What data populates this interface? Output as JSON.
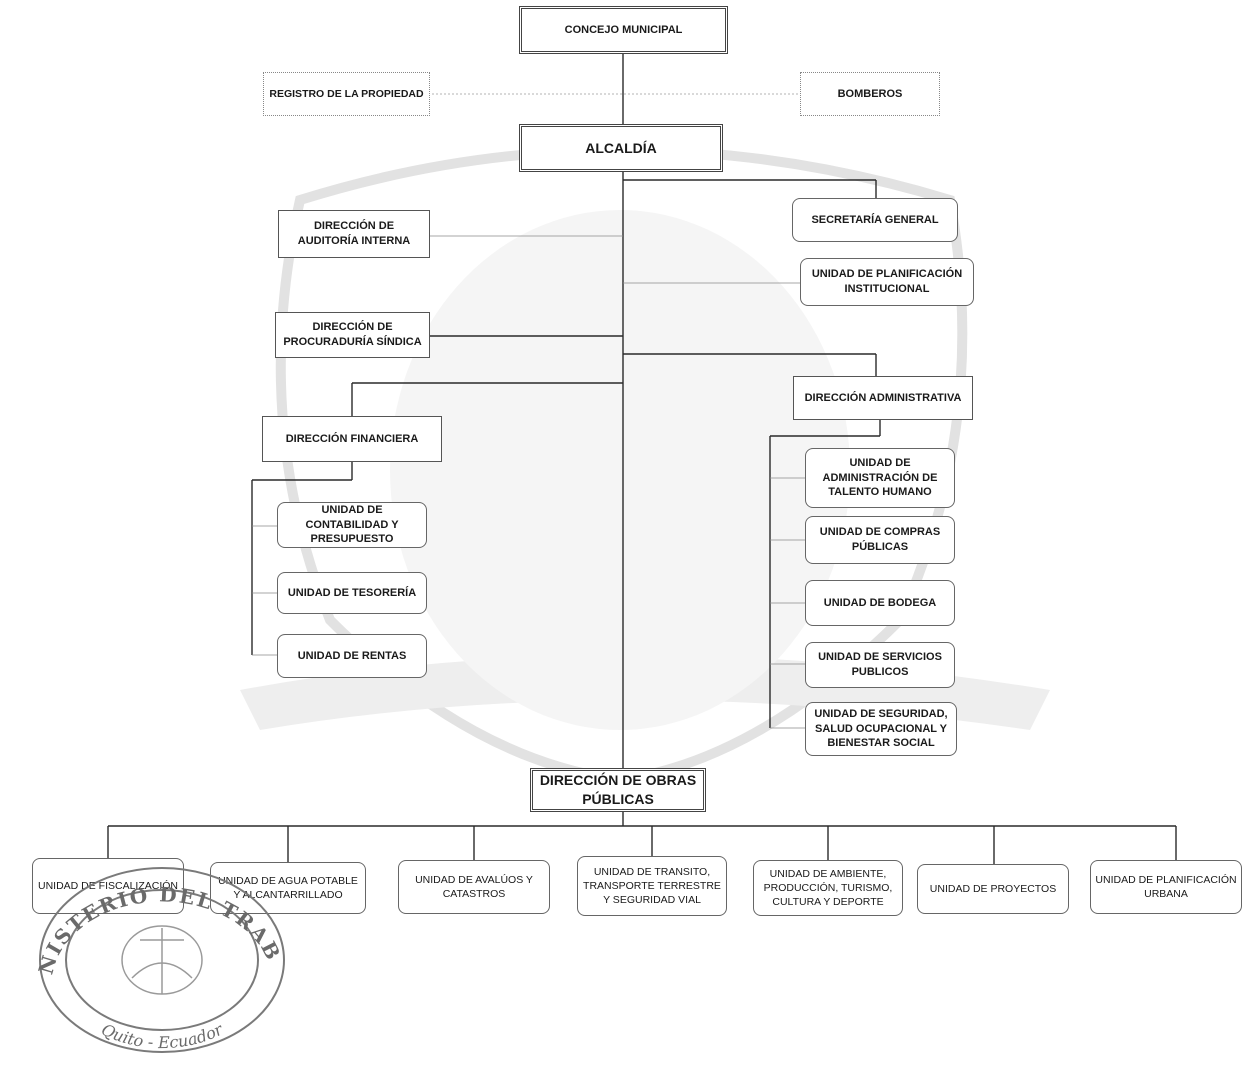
{
  "top": {
    "concejo": "CONCEJO MUNICIPAL",
    "registro": "REGISTRO DE LA PROPIEDAD",
    "bomberos": "BOMBEROS",
    "alcaldia": "ALCALDÍA"
  },
  "left": {
    "auditoria": "DIRECCIÓN DE AUDITORÍA INTERNA",
    "procuraduria": "DIRECCIÓN DE PROCURADURÍA SÍNDICA",
    "financiera": "DIRECCIÓN FINANCIERA",
    "contabilidad": "UNIDAD DE CONTABILIDAD Y PRESUPUESTO",
    "tesoreria": "UNIDAD DE TESORERÍA",
    "rentas": "UNIDAD DE RENTAS"
  },
  "right": {
    "secretaria": "SECRETARÍA GENERAL",
    "planificacion": "UNIDAD DE PLANIFICACIÓN INSTITUCIONAL",
    "administrativa": "DIRECCIÓN ADMINISTRATIVA",
    "talento": "UNIDAD DE ADMINISTRACIÓN DE TALENTO HUMANO",
    "compras": "UNIDAD DE COMPRAS PÚBLICAS",
    "bodega": "UNIDAD DE BODEGA",
    "servicios": "UNIDAD DE SERVICIOS PUBLICOS",
    "seguridad": "UNIDAD DE SEGURIDAD, SALUD OCUPACIONAL Y BIENESTAR SOCIAL"
  },
  "obras": {
    "title": "DIRECCIÓN DE OBRAS PÚBLICAS",
    "units": [
      "UNIDAD DE FISCALIZACIÓN",
      "UNIDAD DE AGUA POTABLE Y ALCANTARRILLADO",
      "UNIDAD DE AVALÚOS Y CATASTROS",
      "UNIDAD DE TRANSITO, TRANSPORTE TERRESTRE Y SEGURIDAD VIAL",
      "UNIDAD DE AMBIENTE, PRODUCCIÓN, TURISMO, CULTURA Y DEPORTE",
      "UNIDAD DE PROYECTOS",
      "UNIDAD DE PLANIFICACIÓN URBANA"
    ]
  },
  "stamp": {
    "text_top": "MINISTERIO DEL TRABAJO",
    "text_bottom": "Quito - Ecuador"
  }
}
